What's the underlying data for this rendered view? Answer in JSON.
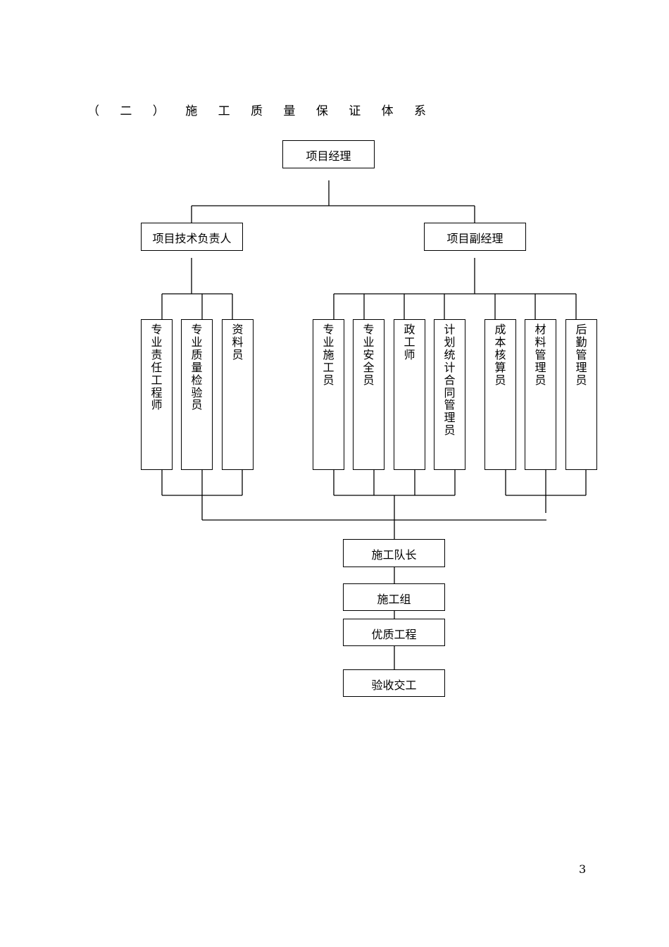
{
  "heading": "（ 二 ） 施 工 质 量 保 证 体 系",
  "nodes": {
    "project_manager": "项目经理",
    "tech_lead": "项目技术负责人",
    "deputy_manager": "项目副经理",
    "professional_engineer": "专业责任工程师",
    "quality_inspector": "专业质量检验员",
    "document_clerk": "资料员",
    "construction_officer": "专业施工员",
    "safety_officer": "专业安全员",
    "political_engineer": "政工师",
    "plan_contract_manager": "计划统计合同管理员",
    "cost_accountant": "成本核算员",
    "material_manager": "材料管理员",
    "logistics_manager": "后勤管理员",
    "team_leader": "施工队长",
    "construction_team": "施工组",
    "quality_project": "优质工程",
    "acceptance_handover": "验收交工"
  },
  "page_number": "3"
}
